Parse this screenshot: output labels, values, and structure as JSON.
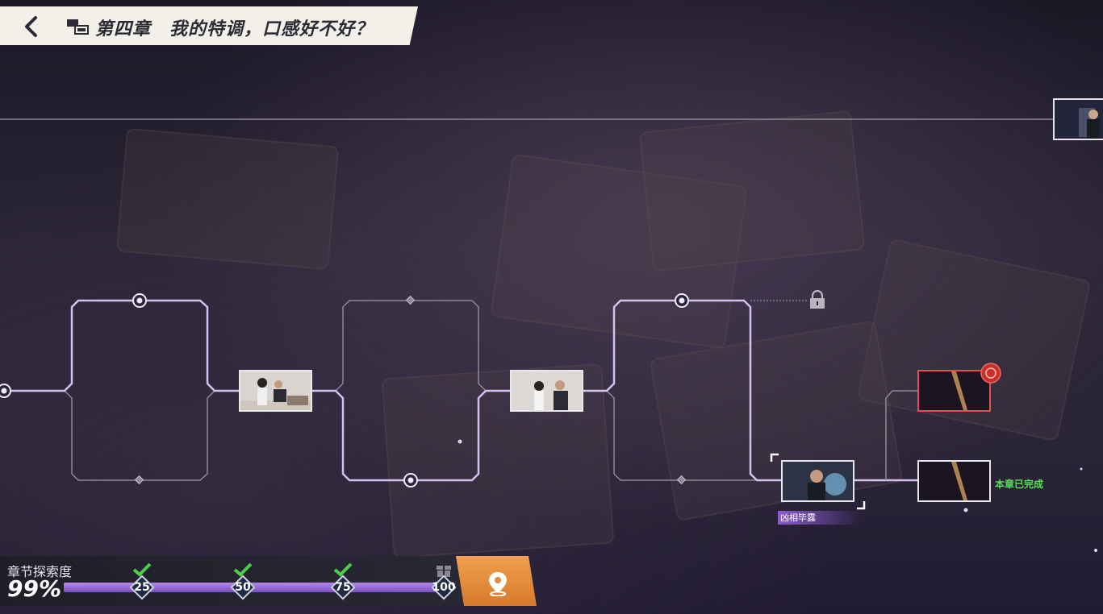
{
  "header": {
    "chapter_title": "第四章　我的特调，口感好不好？"
  },
  "nodes": {
    "current_label": "凶相毕露",
    "completion_text": "本章已完成"
  },
  "exploration": {
    "title": "章节探索度",
    "value": "99%",
    "progress_percent": 99,
    "milestones": [
      {
        "label": "25",
        "claimed": true,
        "icon": "check-icon"
      },
      {
        "label": "50",
        "claimed": true,
        "icon": "check-icon"
      },
      {
        "label": "75",
        "claimed": true,
        "icon": "check-icon"
      },
      {
        "label": "100",
        "claimed": false,
        "icon": "gift-icon"
      }
    ]
  },
  "colors": {
    "path_active": "#d6c0f2",
    "path_inactive": "#8d8898",
    "complete_text": "#5ce05c",
    "map_button": "#e8913e"
  }
}
